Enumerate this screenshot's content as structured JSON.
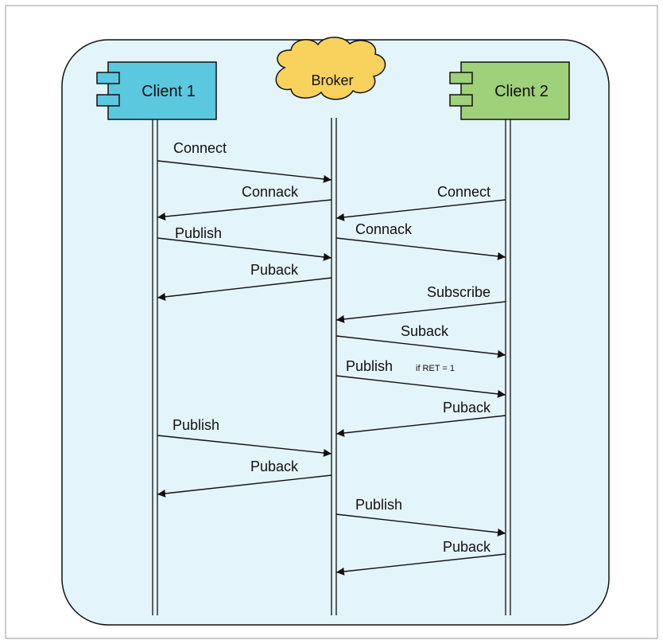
{
  "participants": {
    "client1": {
      "label": "Client 1",
      "color": "#5bc8e0"
    },
    "broker": {
      "label": "Broker",
      "color": "#f8d25c"
    },
    "client2": {
      "label": "Client 2",
      "color": "#9fd07a"
    }
  },
  "background_color": "#e4f4fb",
  "messages": [
    {
      "id": "m1",
      "from": "client1",
      "to": "broker",
      "label": "Connect"
    },
    {
      "id": "m2",
      "from": "broker",
      "to": "client1",
      "label": "Connack"
    },
    {
      "id": "m3",
      "from": "client2",
      "to": "broker",
      "label": "Connect"
    },
    {
      "id": "m4",
      "from": "client1",
      "to": "broker",
      "label": "Publish"
    },
    {
      "id": "m5",
      "from": "broker",
      "to": "client2",
      "label": "Connack"
    },
    {
      "id": "m6",
      "from": "broker",
      "to": "client1",
      "label": "Puback"
    },
    {
      "id": "m7",
      "from": "client2",
      "to": "broker",
      "label": "Subscribe"
    },
    {
      "id": "m8",
      "from": "broker",
      "to": "client2",
      "label": "Suback"
    },
    {
      "id": "m9",
      "from": "broker",
      "to": "client2",
      "label": "Publish",
      "note": "if RET = 1"
    },
    {
      "id": "m10",
      "from": "client2",
      "to": "broker",
      "label": "Puback"
    },
    {
      "id": "m11",
      "from": "client1",
      "to": "broker",
      "label": "Publish"
    },
    {
      "id": "m12",
      "from": "broker",
      "to": "client1",
      "label": "Puback"
    },
    {
      "id": "m13",
      "from": "broker",
      "to": "client2",
      "label": "Publish"
    },
    {
      "id": "m14",
      "from": "client2",
      "to": "broker",
      "label": "Puback"
    }
  ]
}
